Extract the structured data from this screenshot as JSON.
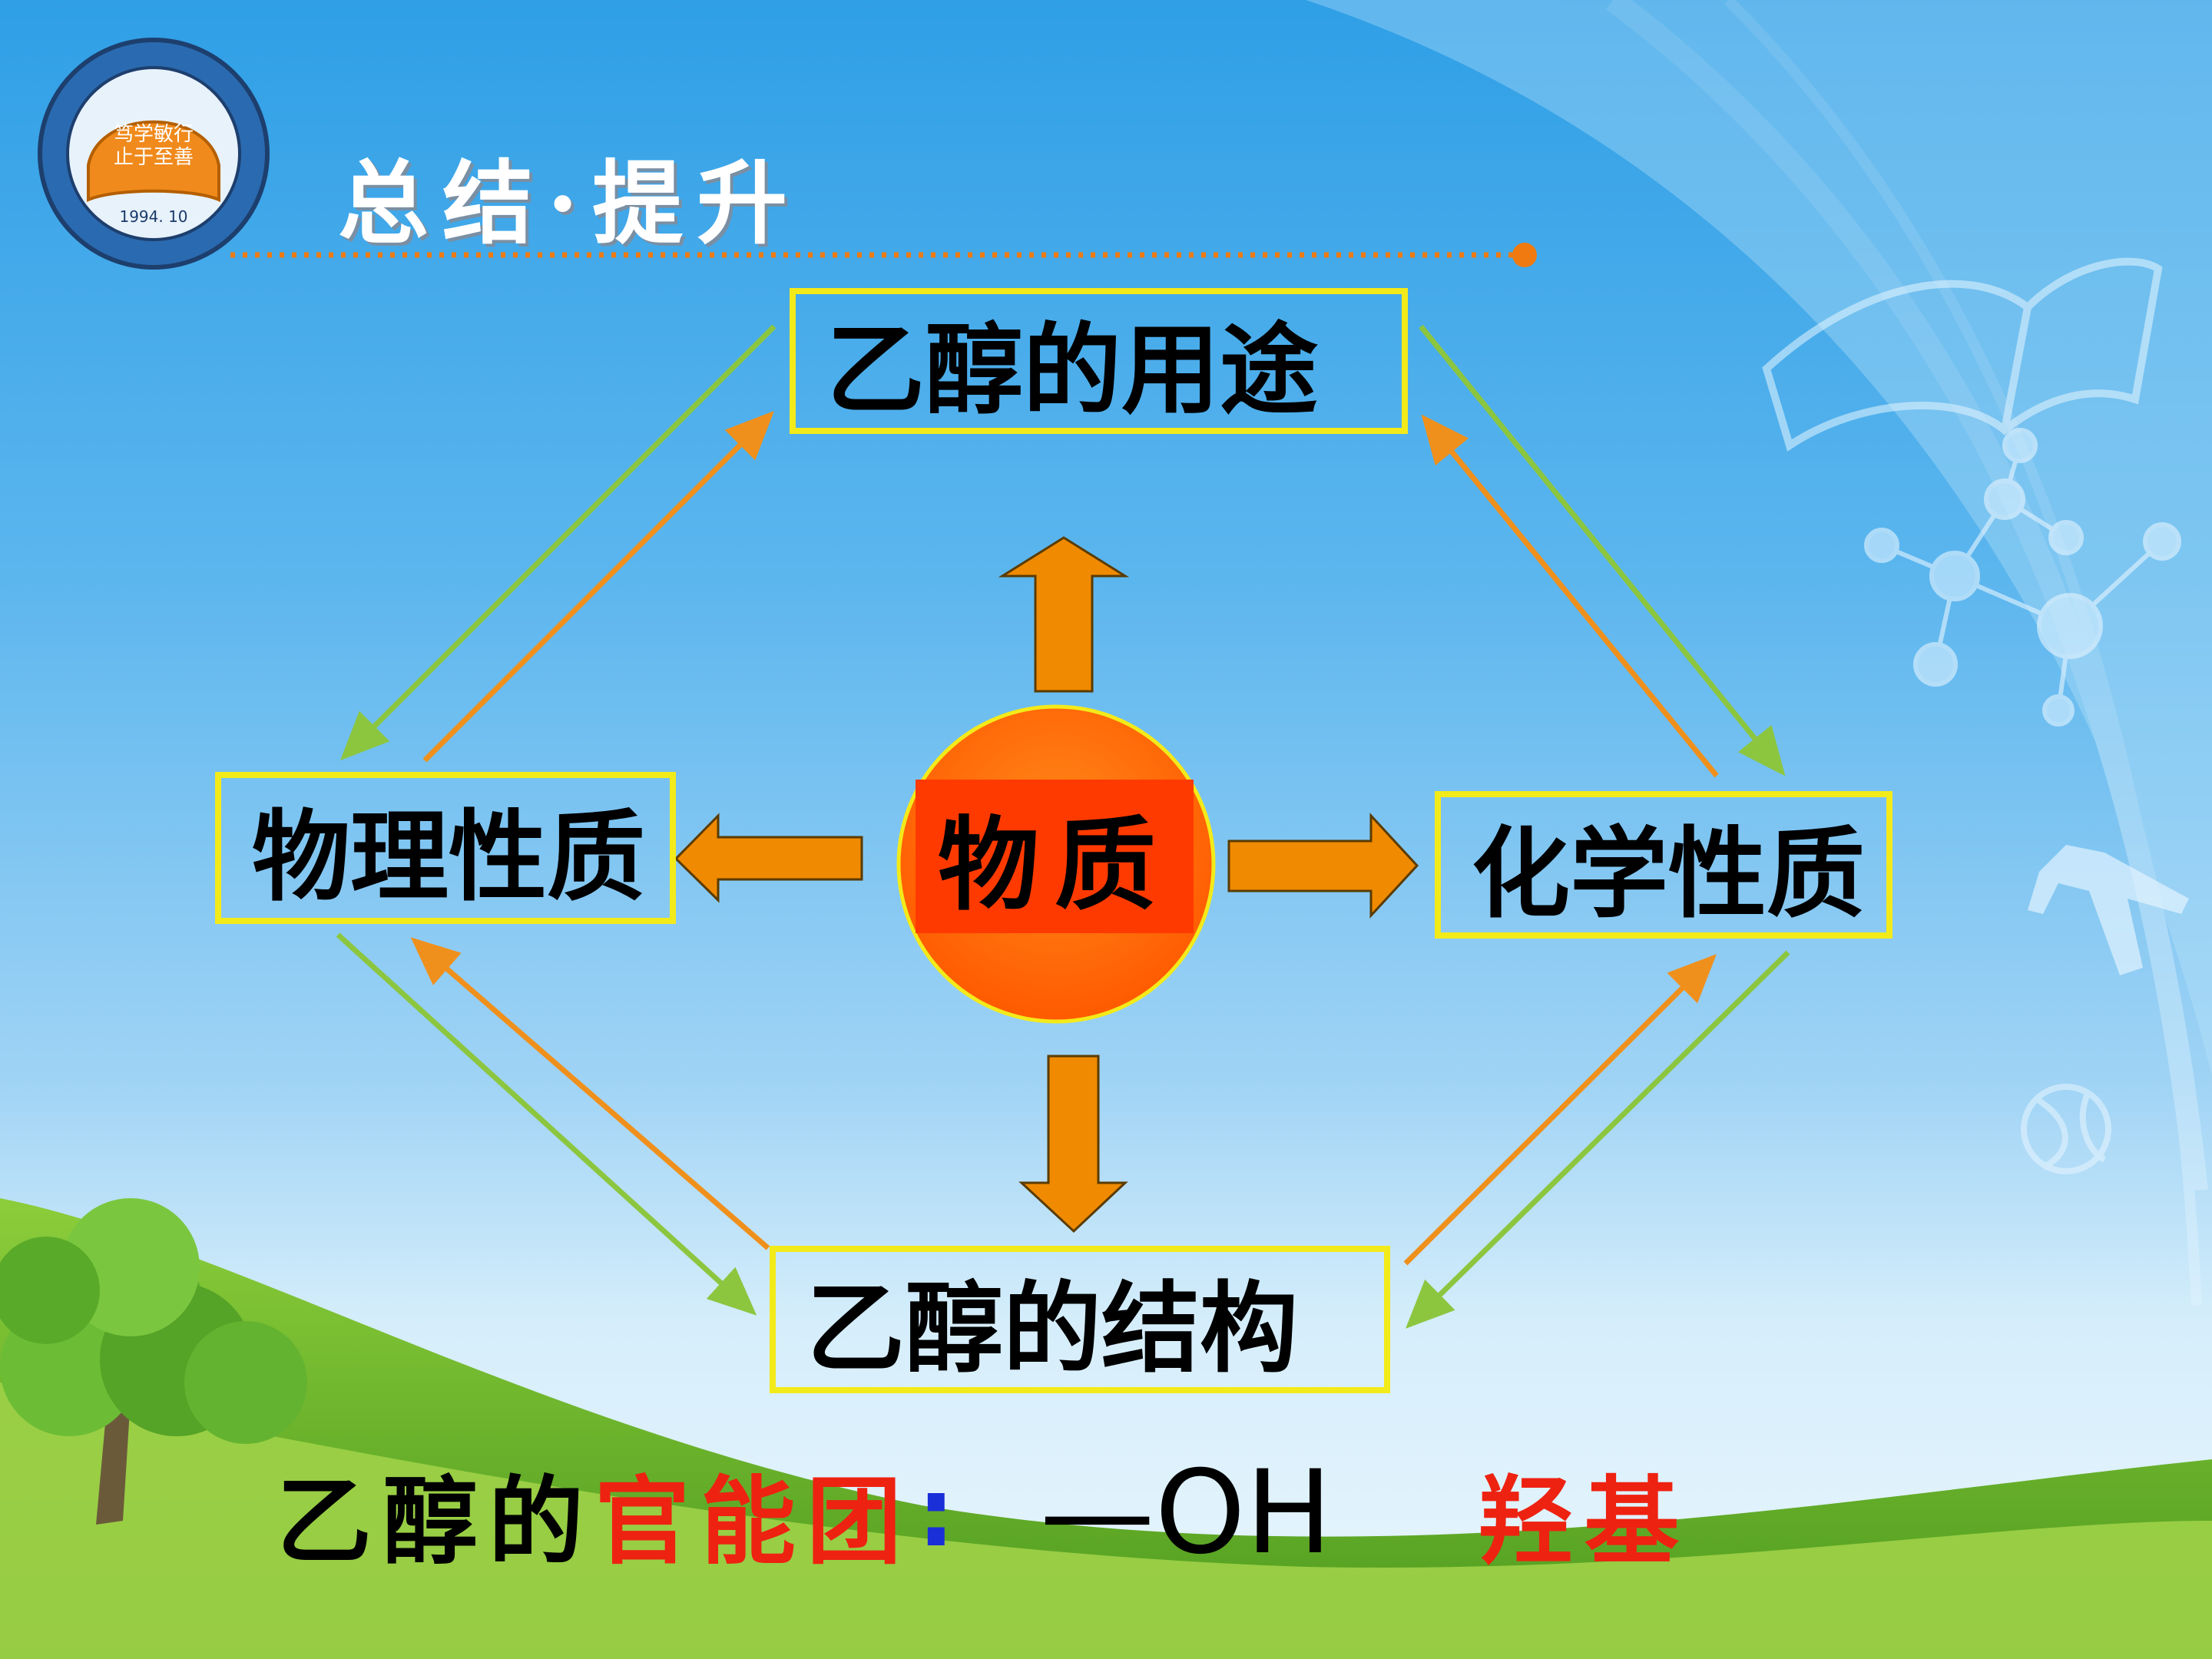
{
  "logo": {
    "motto_line1": "笃学敏行",
    "motto_line2": "止于至善",
    "year": "1994. 10"
  },
  "title": "总结·提升",
  "nodes": {
    "uses": "乙醇的用途",
    "physical": "物理性质",
    "center": "物质",
    "chemical": "化学性质",
    "structure": "乙醇的结构"
  },
  "bottom": {
    "prefix": "乙醇的",
    "term": "官能团",
    "colon": ":",
    "formula": "—OH",
    "name": "羟基"
  },
  "colors": {
    "box_border": "#f3ea1a",
    "big_arrow": "#f08a00",
    "diag_arrow_orange": "#f0901c",
    "diag_arrow_green": "#8cc63f",
    "center_circle": "#ff6a00",
    "center_rect": "#ff3a00",
    "highlight_red": "#ee2211",
    "colon_blue": "#1a2fd8"
  }
}
